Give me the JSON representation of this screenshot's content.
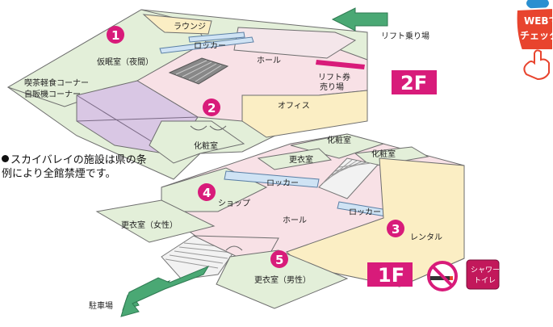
{
  "web_badge": {
    "line1": "WEBで",
    "line2": "チェック"
  },
  "floor_2f": {
    "label": "2F",
    "rooms": {
      "lounge": "ラウンジ",
      "locker": "ロッカー",
      "nap_room": "仮眠室（夜間）",
      "hall": "ホール",
      "lift_platform": "リフト乗り場",
      "lift_ticket_1": "リフト券",
      "lift_ticket_2": "売り場",
      "cafe_1": "喫茶軽食コーナー",
      "cafe_2": "自販機コーナー",
      "office": "オフィス",
      "restroom": "化粧室"
    },
    "markers": [
      "1",
      "2"
    ]
  },
  "floor_1f": {
    "label": "1F",
    "rooms": {
      "restroom": "化粧室",
      "changing": "更衣室",
      "restroom_2": "化粧室",
      "locker": "ロッカー",
      "shop": "ショップ",
      "locker_2": "ロッカー",
      "hall": "ホール",
      "changing_women": "更衣室（女性）",
      "rental": "レンタル",
      "changing_men": "更衣室（男性）",
      "parking": "駐車場"
    },
    "markers": [
      "3",
      "4",
      "5"
    ],
    "shower_1": "シャワー",
    "shower_2": "トイレ"
  },
  "note": "スカイバレイの施設は県の条例により全館禁煙です。",
  "colors": {
    "magenta": "#d81b7a",
    "floor_pink": "#f8e1e6",
    "room_green": "#e3efd9",
    "room_yellow": "#fbeec4",
    "room_blue": "#cfe3f4",
    "room_purple": "#d9c7e4",
    "arrow_green": "#4aa874",
    "badge_red": "#e8442e",
    "badge_blue": "#2a8fd0"
  }
}
